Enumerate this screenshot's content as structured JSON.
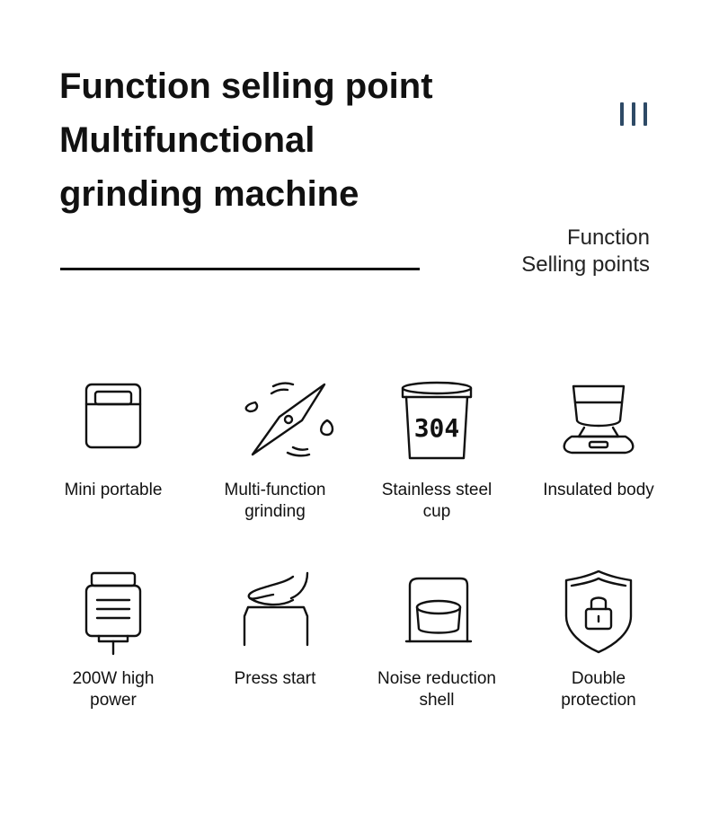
{
  "header": {
    "title_lines": [
      "Function selling point",
      "Multifunctional",
      "grinding machine"
    ],
    "subtitle_lines": [
      "Function",
      "Selling points"
    ],
    "accent_color": "#2e4a66"
  },
  "features": [
    {
      "label": "Mini portable",
      "icon": "mini-portable-icon"
    },
    {
      "label": "Multi-function\ngrinding",
      "icon": "blade-icon"
    },
    {
      "label": "Stainless steel\ncup",
      "icon": "steel-cup-icon",
      "badge": "304"
    },
    {
      "label": "Insulated body",
      "icon": "insulated-body-icon"
    },
    {
      "label": "200W high\npower",
      "icon": "power-plug-icon"
    },
    {
      "label": "Press start",
      "icon": "press-hand-icon"
    },
    {
      "label": "Noise reduction\nshell",
      "icon": "noise-shell-icon"
    },
    {
      "label": "Double\nprotection",
      "icon": "shield-lock-icon"
    }
  ]
}
